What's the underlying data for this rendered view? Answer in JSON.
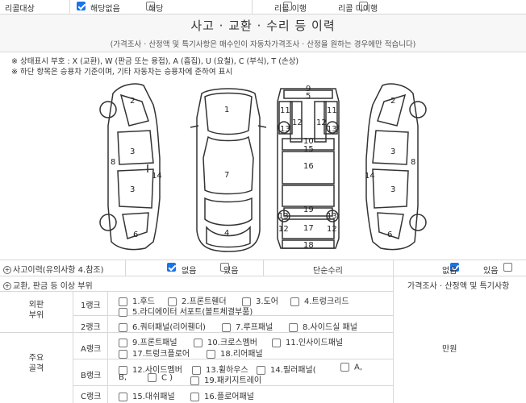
{
  "recall": {
    "label": "리콜대상",
    "opt_none": "해당없음",
    "opt_yes": "해당",
    "opt_done": "리콜 이행",
    "opt_notdone": "리콜 미이행"
  },
  "title": {
    "main": "사고 · 교환 · 수리 등 이력",
    "sub": "(가격조사 · 산정액 및 특기사항은 매수인이 자동차가격조사 · 산정을 원하는 경우에만 적습니다)"
  },
  "notes": {
    "n1": "※ 상태표시 부호 : X (교환), W (판금 또는 용접), A (흠집), U (요철), C (부식), T (손상)",
    "n2": "※ 하단 항목은 승용차 기준이며, 기타 자동차는 승용차에 준하여 표시"
  },
  "diagram": {
    "n1": "1",
    "n2": "2",
    "n3": "3",
    "n4": "4",
    "n5": "5",
    "n6": "6",
    "n7": "7",
    "n8": "8",
    "n9": "9",
    "n10": "10",
    "n11": "11",
    "n12": "12",
    "n13": "13",
    "n14": "14",
    "n15": "15",
    "n16": "16",
    "n17": "17",
    "n18": "18",
    "n19": "19"
  },
  "accident": {
    "label": "사고이력(유의사항 4.참조)",
    "none": "없음",
    "exists": "있음",
    "simple_label": "단순수리",
    "simple_none": "없음",
    "simple_exists": "있음"
  },
  "parts": {
    "header": "교환, 판금 등 이상 부위",
    "price_header": "가격조사 · 산정액 및 특기사항",
    "outer": "외판\n부위",
    "main": "주요\n골격",
    "rank1": "1랭크",
    "rank2": "2랭크",
    "rankA": "A랭크",
    "rankB": "B랭크",
    "rankC": "C랭크",
    "unit": "만원",
    "r1_items": [
      "1.후드",
      "2.프론트휀더",
      "3.도어",
      "4.트렁크리드"
    ],
    "r1_item5": "5.라디에이터 서포트(볼트체결부품)",
    "r2_items": [
      "6.쿼터패널(리어휀더)",
      "7.루프패널",
      "8.사이드실 패널"
    ],
    "rA_items": [
      "9.프론트패널",
      "10.크로스멤버",
      "11.인사이드패널"
    ],
    "rA_items2": [
      "17.트렁크플로어",
      "18.리어패널"
    ],
    "rB_items": [
      "12.사이드멤버",
      "13.휠하우스"
    ],
    "rB_pillar": "14.필러패널(",
    "rB_a": "A,",
    "rB_b": "B,",
    "rB_c": "C )",
    "rB_19": "19.패키지트레이",
    "rC_items": [
      "15.대쉬패널",
      "16.플로어패널"
    ]
  }
}
